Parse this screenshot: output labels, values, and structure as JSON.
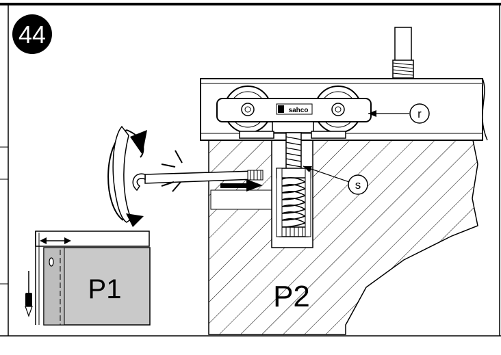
{
  "step_number": "44",
  "labels": {
    "roller": "r",
    "screw": "s",
    "panel_1": "P1",
    "panel_2": "P2",
    "brand": "sahco"
  },
  "colors": {
    "ink": "#000000",
    "panel_fill": "#c9c9c9",
    "background": "#ffffff"
  },
  "icons": [
    "hex-key-icon",
    "rotation-arrow-icon",
    "push-arrow-icon",
    "screwdriver-icon",
    "double-arrow-icon"
  ]
}
